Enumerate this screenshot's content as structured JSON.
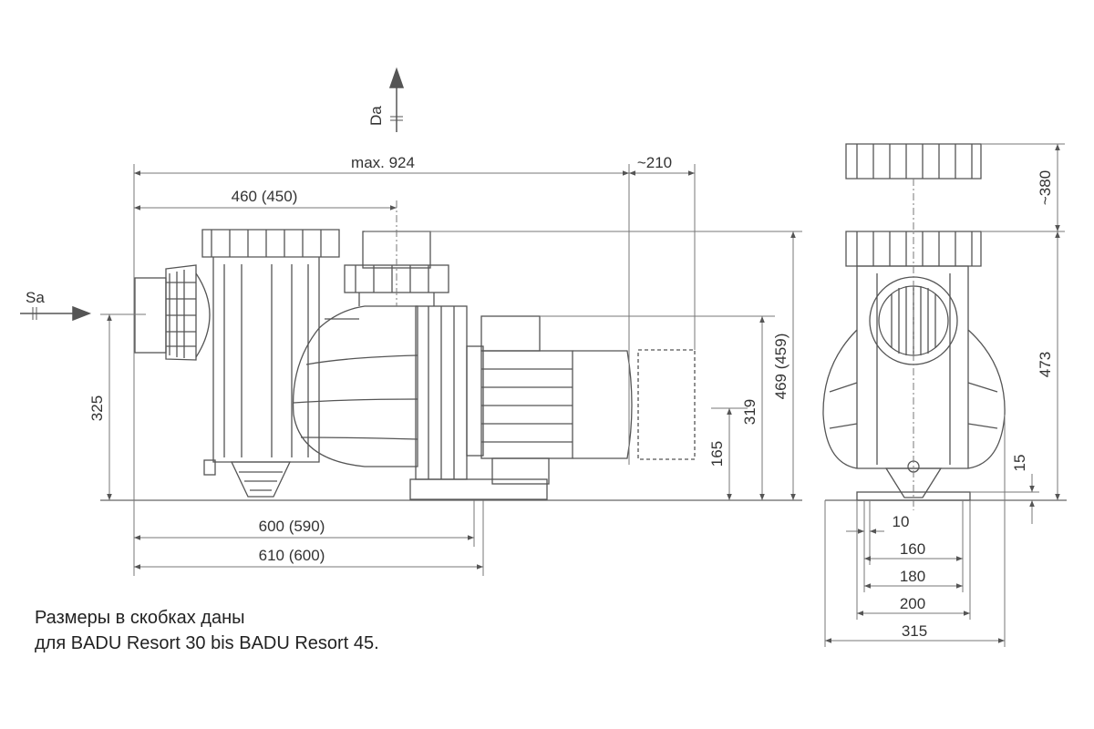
{
  "flows": {
    "suction": "Sa",
    "discharge": "Da"
  },
  "side_view": {
    "overall_length": "max. 924",
    "motor_clearance": "~210",
    "discharge_position": "460 (450)",
    "foot_length_a": "600 (590)",
    "foot_length_b": "610 (600)",
    "suction_height": "325",
    "motor_axis_height": "165",
    "motor_top_height": "319",
    "overall_height": "469 (459)"
  },
  "front_view": {
    "lid_clearance": "~380",
    "overall_height": "473",
    "base_height": "15",
    "hole_width": "10",
    "foot_160": "160",
    "foot_180": "180",
    "foot_200": "200",
    "overall_width": "315"
  },
  "note": {
    "line1": "Размеры в скобках даны",
    "line2": "для BADU Resort 30 bis BADU Resort 45."
  },
  "colors": {
    "line": "#555555",
    "dim_line": "#777777",
    "text": "#333333"
  }
}
